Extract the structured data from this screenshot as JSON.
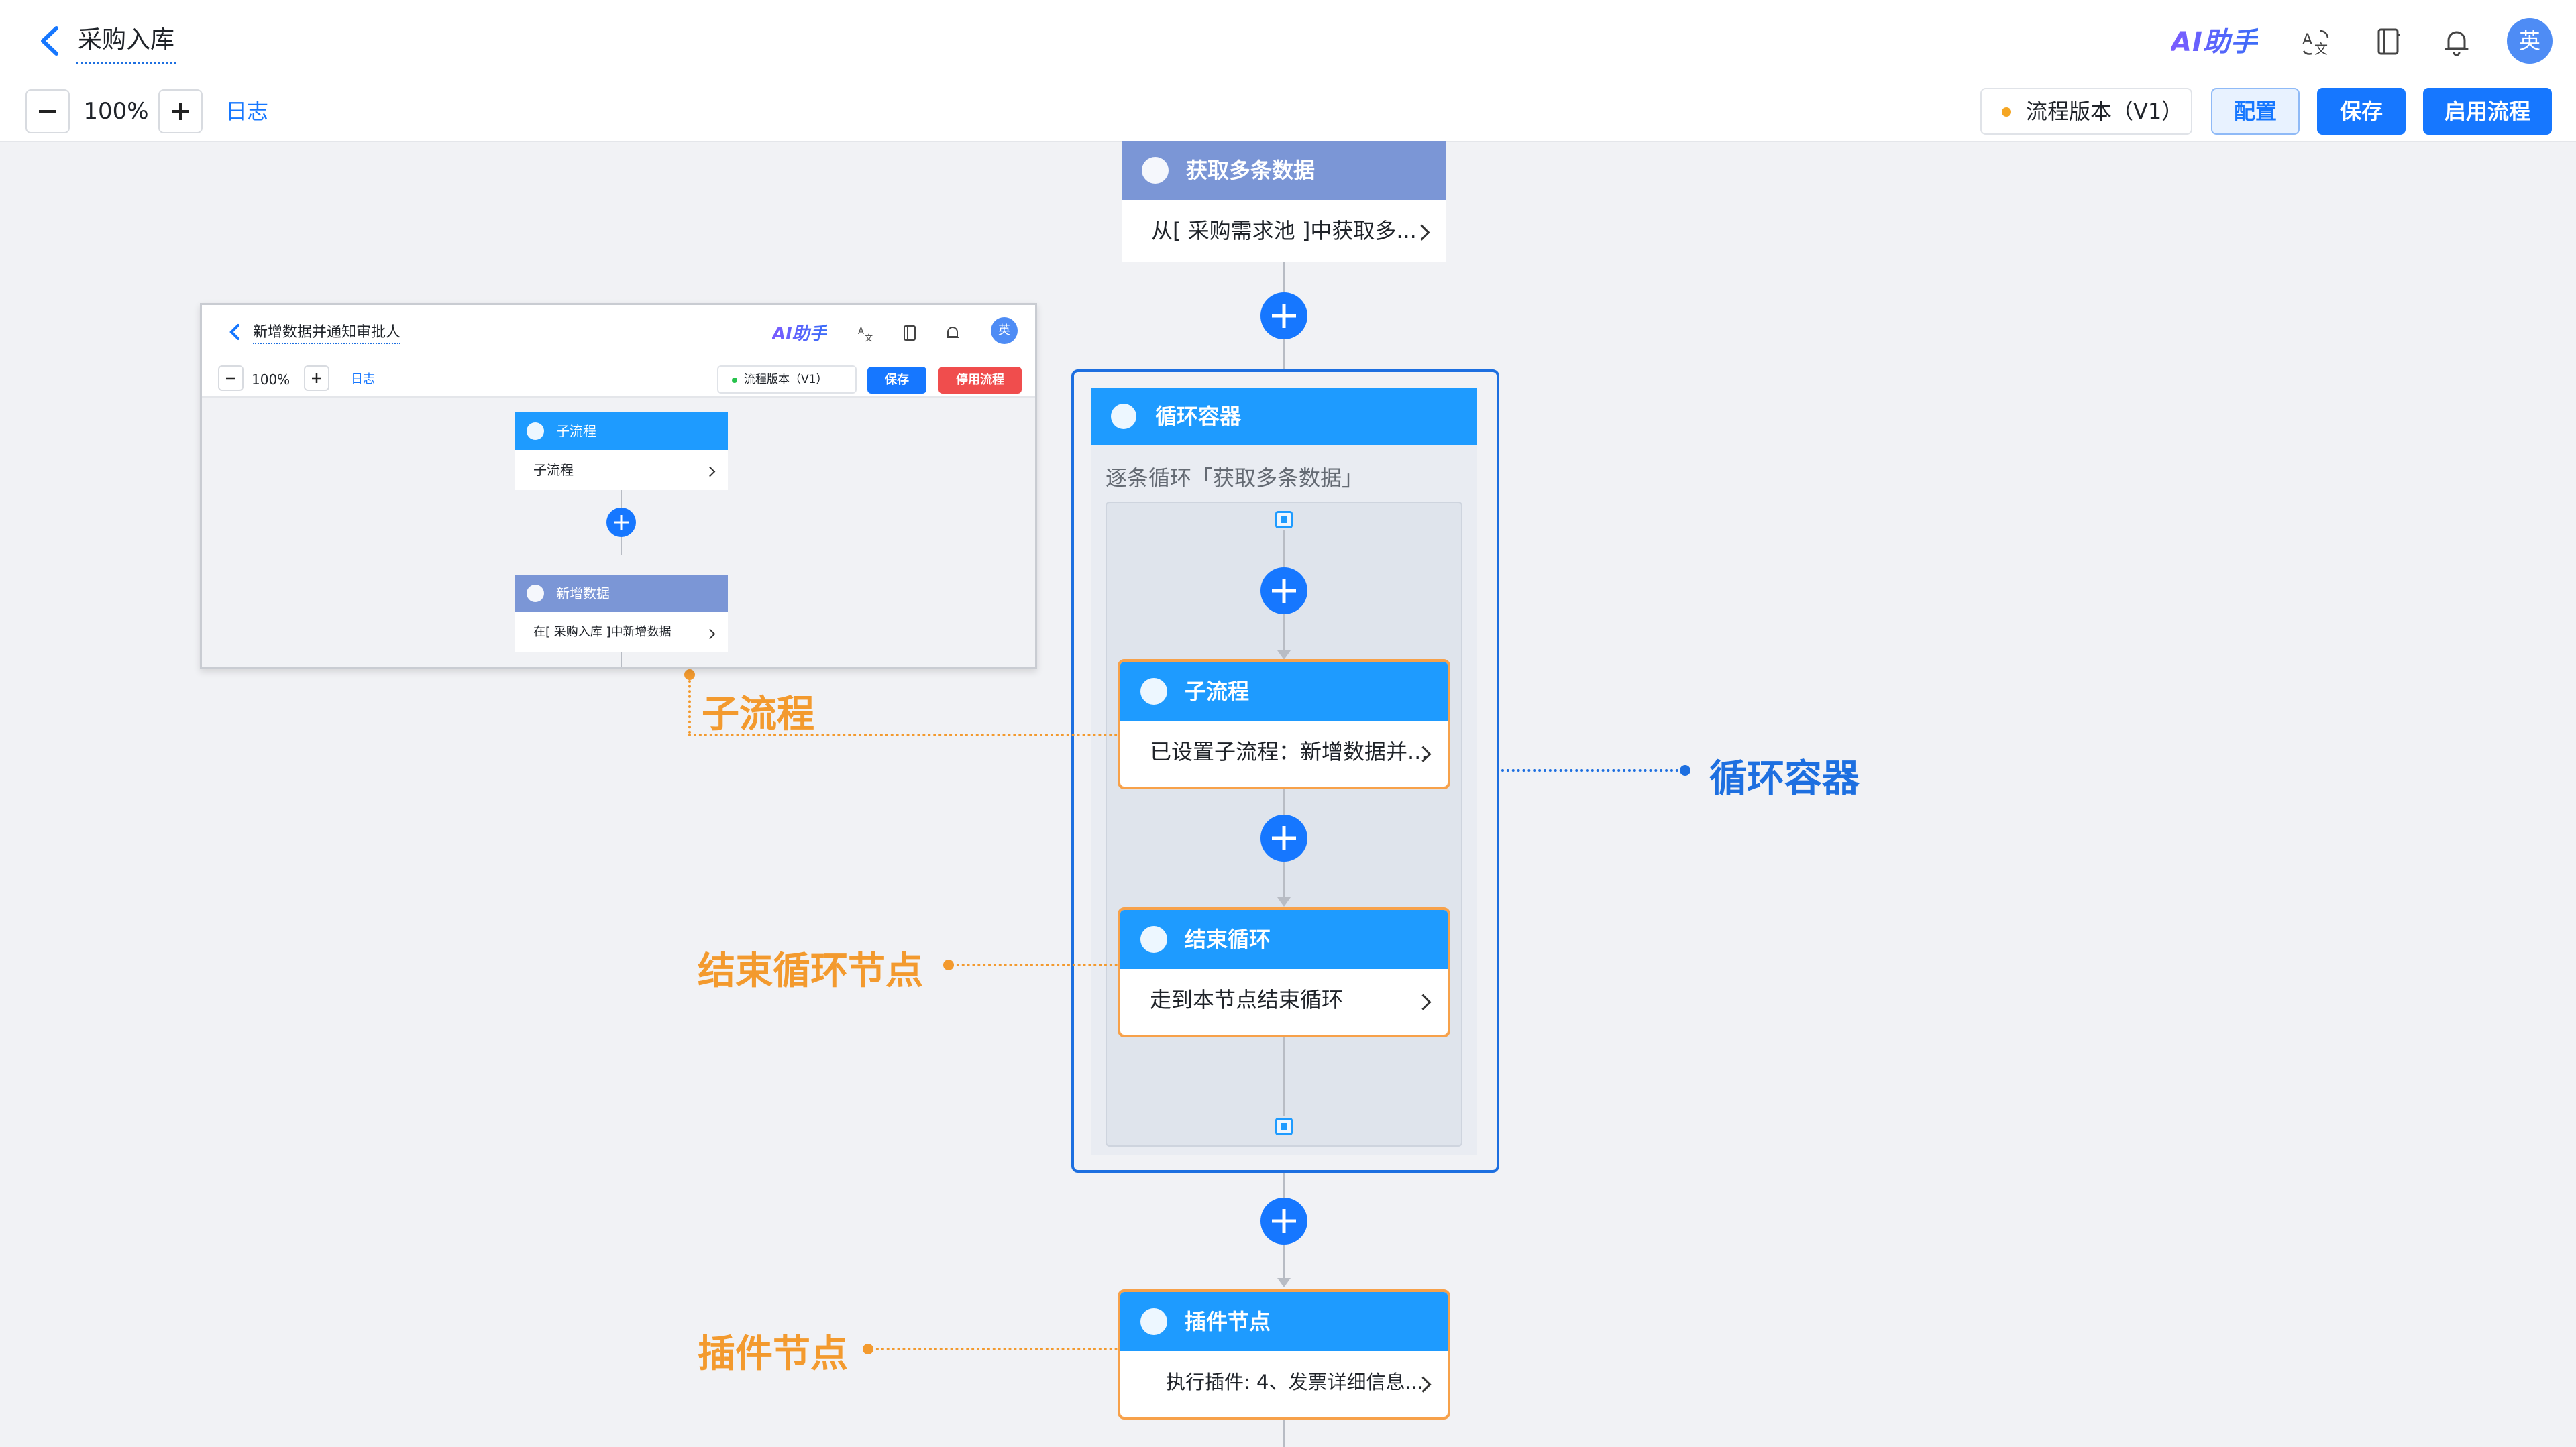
{
  "header": {
    "title": "采购入库",
    "ai_assistant": "AI助手",
    "avatar": "英",
    "icons": [
      "translate-icon",
      "notebook-icon",
      "bell-icon"
    ]
  },
  "toolbar": {
    "zoom": "100%",
    "log": "日志",
    "version": "流程版本（V1）",
    "config": "配置",
    "save": "保存",
    "enable": "启用流程"
  },
  "flow": {
    "get_data": {
      "title": "获取多条数据",
      "desc": "从[ 采购需求池 ]中获取多..."
    },
    "loop": {
      "title": "循环容器",
      "desc": "逐条循环「获取多条数据」"
    },
    "subflow": {
      "title": "子流程",
      "desc": "已设置子流程：新增数据并..."
    },
    "end_loop": {
      "title": "结束循环",
      "desc": "走到本节点结束循环"
    },
    "plugin": {
      "title": "插件节点",
      "desc": "执行插件: 4、发票详细信息..."
    }
  },
  "callouts": {
    "subflow": "子流程",
    "end_loop": "结束循环节点",
    "plugin": "插件节点",
    "loop": "循环容器"
  },
  "mini": {
    "title": "新增数据并通知审批人",
    "ai_assistant": "AI助手",
    "avatar": "英",
    "zoom": "100%",
    "log": "日志",
    "version": "流程版本（V1）",
    "save": "保存",
    "disable": "停用流程",
    "subflow_title": "子流程",
    "subflow_desc": "子流程",
    "add_title": "新增数据",
    "add_desc": "在[ 采购入库 ]中新增数据"
  },
  "colors": {
    "primary": "#1677ff",
    "node_blue": "#1e9bff",
    "node_muted": "#7b96d6",
    "highlight_orange": "#f39a2e",
    "loop_border": "#1d6fe0",
    "danger": "#f04d4d"
  }
}
